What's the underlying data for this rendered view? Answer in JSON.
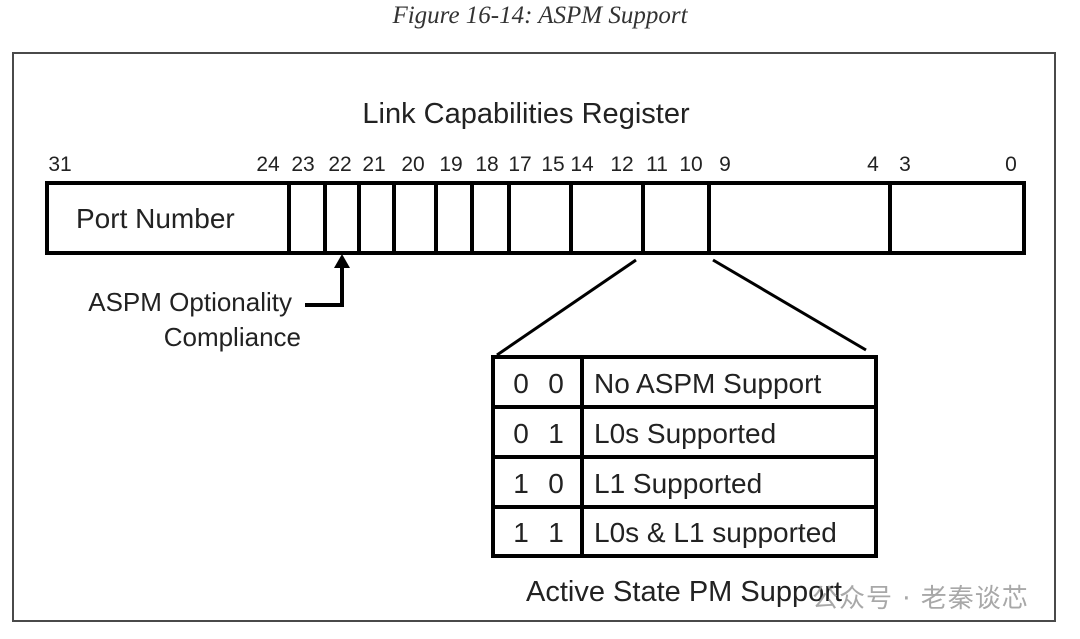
{
  "caption": "Figure 16-14: ASPM Support",
  "register_title": "Link Capabilities Register",
  "bit_labels": [
    "31",
    "24",
    "23",
    "22",
    "21",
    "20",
    "19",
    "18",
    "17",
    "15",
    "14",
    "12",
    "11",
    "10",
    "9",
    "4",
    "3",
    "0"
  ],
  "fields": {
    "port_number": "Port Number"
  },
  "pointer_label": {
    "line1": "ASPM Optionality",
    "line2": "Compliance"
  },
  "aspm_table": {
    "rows": [
      {
        "bit1": "0",
        "bit0": "0",
        "meaning": "No ASPM Support"
      },
      {
        "bit1": "0",
        "bit0": "1",
        "meaning": "L0s Supported"
      },
      {
        "bit1": "1",
        "bit0": "0",
        "meaning": "L1 Supported"
      },
      {
        "bit1": "1",
        "bit0": "1",
        "meaning": "L0s & L1 supported"
      }
    ],
    "footer": "Active State PM Support"
  },
  "watermark": "公众号 · 老秦谈芯",
  "colors": {
    "line": "#000000",
    "text": "#222222",
    "caption": "#333333",
    "frame": "#4a4a4a",
    "watermark": "#9a9a9a"
  }
}
